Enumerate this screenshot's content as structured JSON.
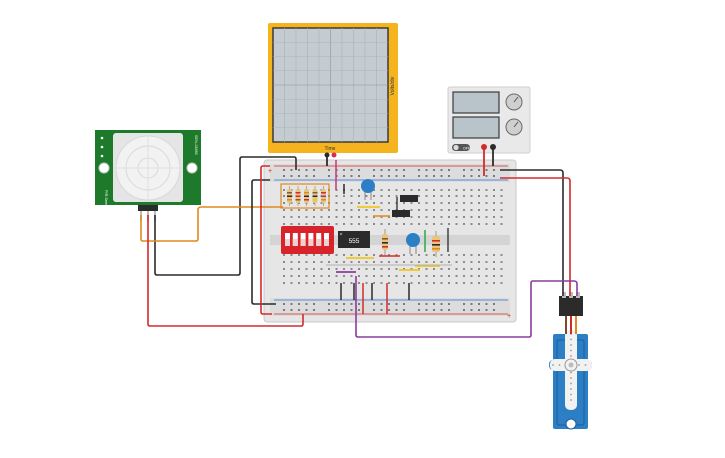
{
  "oscilloscope": {
    "time_label": "Time",
    "volts_label": "Volts/div"
  },
  "pir_sensor": {
    "label_left": "PIR Sensor",
    "label_right": "SEN-13285"
  },
  "ic": {
    "label": "555"
  },
  "power_supply": {
    "toggle_label": "OFF"
  },
  "breadboard": {
    "plus": "+",
    "minus": "-"
  },
  "colors": {
    "wire_red": "#d32b2b",
    "wire_black": "#2b2b2b",
    "wire_orange": "#e08a1e",
    "wire_purple": "#8a3d9c",
    "scope_frame": "#f5b41e",
    "pcb_green": "#1e7a2b",
    "servo_blue": "#2c7fc4",
    "dip_red": "#d8232a"
  }
}
